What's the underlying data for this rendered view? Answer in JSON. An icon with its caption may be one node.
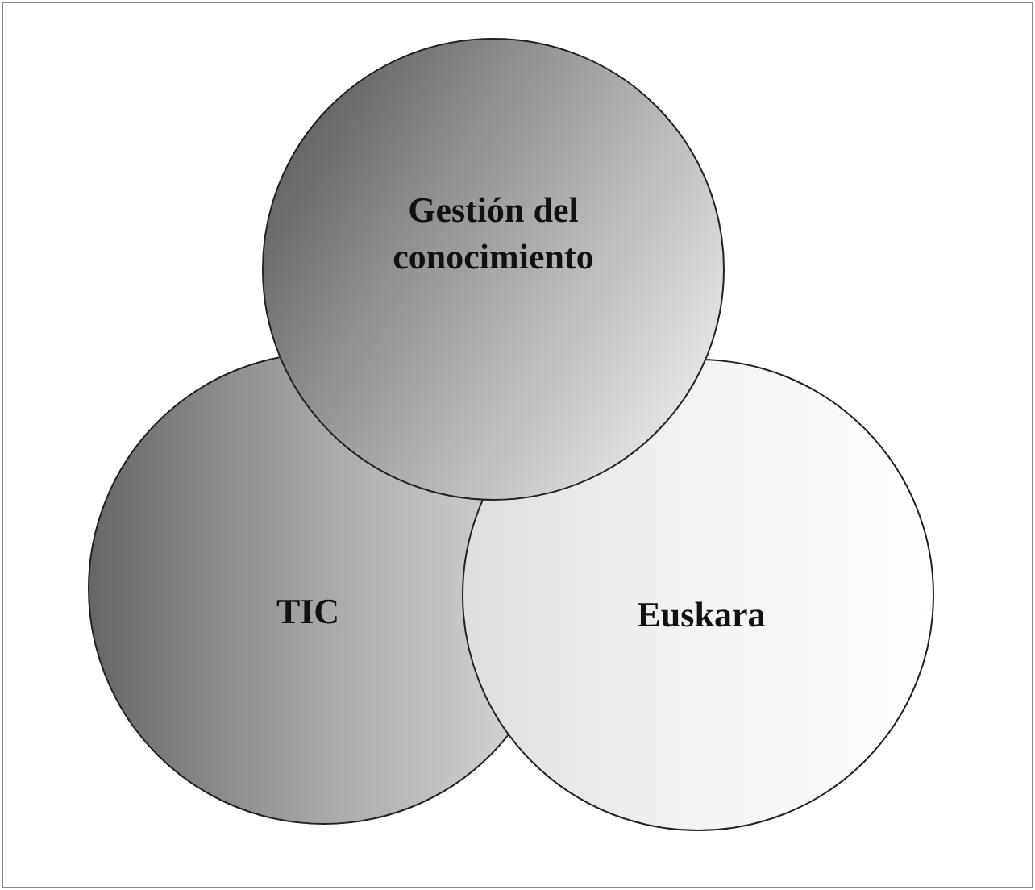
{
  "diagram": {
    "nodes": [
      {
        "text": [
          "Gestión del conocimiento"
        ]
      },
      {
        "text": [
          "TIC"
        ]
      },
      {
        "text": [
          "Euskara"
        ]
      }
    ]
  }
}
